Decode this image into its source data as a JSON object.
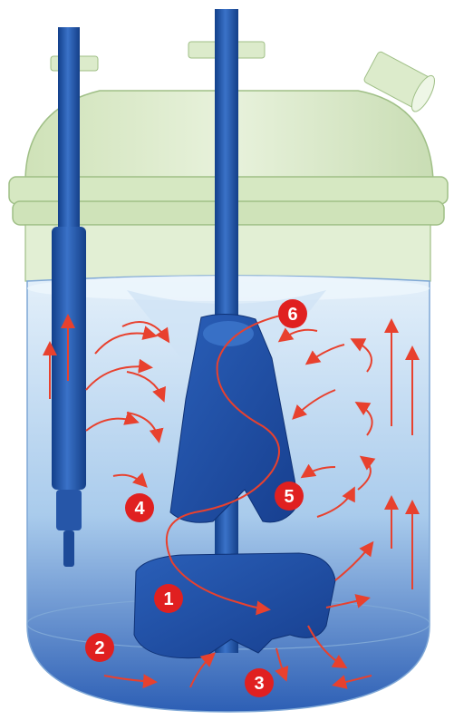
{
  "diagram": {
    "markers": [
      {
        "label": "1"
      },
      {
        "label": "2"
      },
      {
        "label": "3"
      },
      {
        "label": "4"
      },
      {
        "label": "5"
      },
      {
        "label": "6"
      }
    ]
  },
  "colors": {
    "lid": "#d9eac6",
    "liquid_top": "#dcecf7",
    "liquid_bottom": "#2f64b8",
    "shaft": "#1c4fa0",
    "marker": "#e02020",
    "flow_arrow": "#e8412e"
  }
}
